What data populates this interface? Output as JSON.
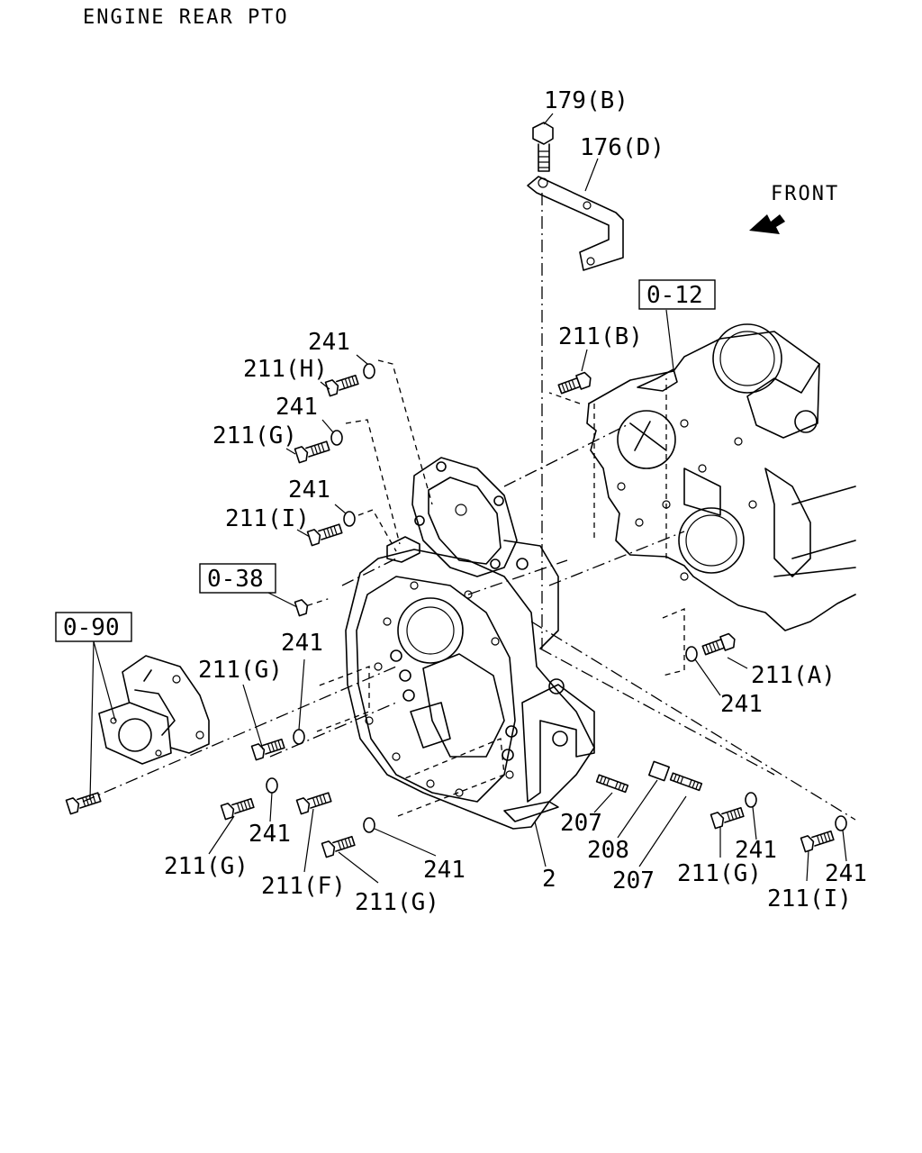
{
  "title": "ENGINE REAR PTO",
  "front_label": "FRONT",
  "ref_boxes": {
    "engine_block": "0-12",
    "flywheel_ref": "0-38",
    "pump_ref": "0-90"
  },
  "callouts": {
    "c179b": "179(B)",
    "c176d": "176(D)",
    "c211b": "211(B)",
    "c241_h": "241",
    "c211h": "211(H)",
    "c241_g": "241",
    "c211g_top": "211(G)",
    "c241_i": "241",
    "c211i_top": "211(I)",
    "c241_mid": "241",
    "c211g_mid": "211(G)",
    "c211a": "211(A)",
    "c241_a": "241",
    "c241_low1": "241",
    "c211g_low1": "211(G)",
    "c211f": "211(F)",
    "c211g_low2": "211(G)",
    "c241_low2": "241",
    "c2": "2",
    "c207a": "207",
    "c208": "208",
    "c207b": "207",
    "c211g_right": "211(G)",
    "c241_right1": "241",
    "c211i_right": "211(I)",
    "c241_right2": "241"
  }
}
